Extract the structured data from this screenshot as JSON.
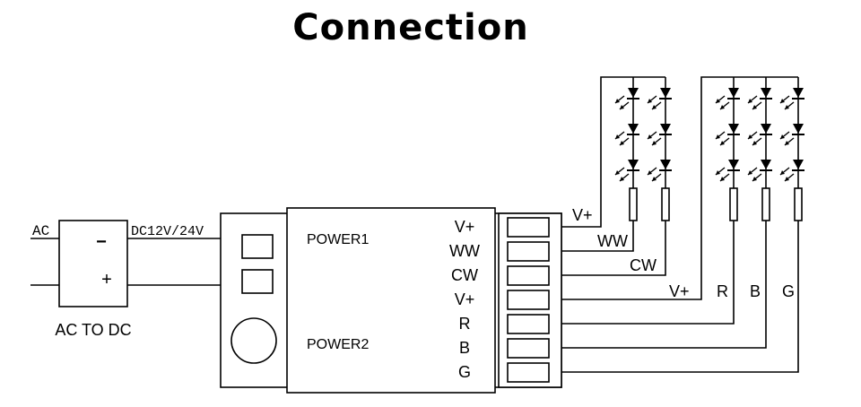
{
  "title": "Connection",
  "psu": {
    "input_label": "AC",
    "output_label": "DC12V/24V",
    "minus": "−",
    "plus": "+",
    "caption": "AC TO DC"
  },
  "controller": {
    "power1": "POWER1",
    "power2": "POWER2",
    "terminals": [
      "V+",
      "WW",
      "CW",
      "V+",
      "R",
      "B",
      "G"
    ]
  },
  "wires": {
    "v_plus_1": "V+",
    "ww": "WW",
    "cw": "CW",
    "v_plus_2": "V+",
    "r": "R",
    "b": "B",
    "g": "G"
  },
  "icons": {
    "led": "led-diode-icon",
    "resistor": "resistor-icon",
    "knob": "knob-icon"
  }
}
